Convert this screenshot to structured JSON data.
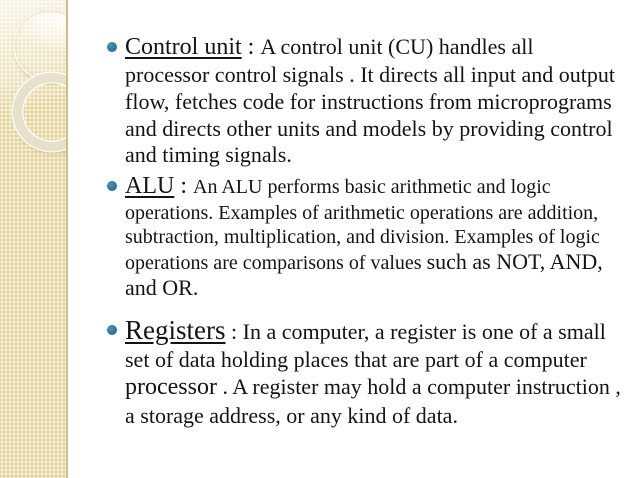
{
  "slide": {
    "colors": {
      "background": "#FFFFFF",
      "sidebar": "#EDE0B2",
      "sidebar_edge": "#CBBD8D",
      "bullet_dot": "#2E7F9E",
      "text": "#141414"
    },
    "bullets": [
      {
        "term": "Control unit",
        "sep": " : ",
        "body": "A control unit (CU) handles all processor control signals . It directs all input and output flow, fetches code for instructions from microprograms and directs other units and models by providing control and timing signals."
      },
      {
        "term": "ALU",
        "sep": " : ",
        "body": "An ALU performs basic arithmetic and logic operations. Examples of arithmetic operations are addition, subtraction, multiplication, and division. Examples of logic operations are comparisons of values ",
        "tail": "such as NOT, AND, and OR."
      },
      {
        "term": "Registers",
        "sep": " : ",
        "body": "In a computer, a register is one of a small set of data holding places that are part of a computer ",
        "mid": "processor",
        "body2": " . A register may hold a computer instruction , a storage address, or any kind of data."
      }
    ]
  }
}
